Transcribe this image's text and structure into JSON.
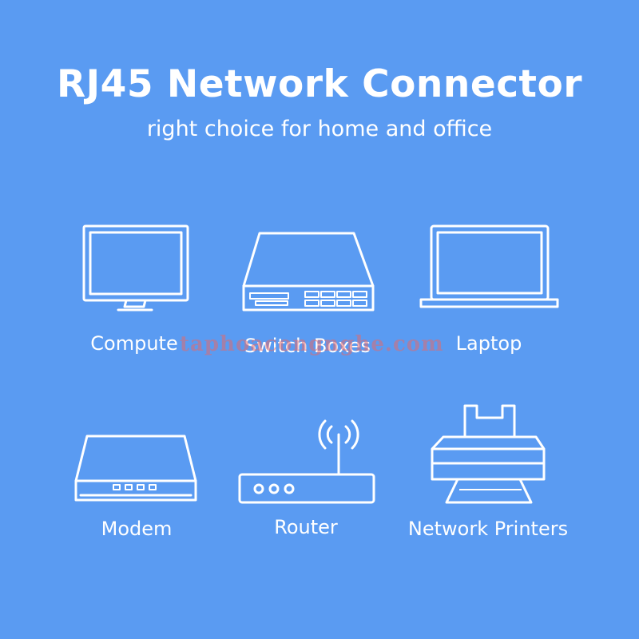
{
  "header": {
    "title": "RJ45 Network Connector",
    "subtitle": "right choice for home and office"
  },
  "devices": [
    {
      "label": "Compute",
      "icon": "monitor-icon"
    },
    {
      "label": "Switch Boxes",
      "icon": "switch-box-icon"
    },
    {
      "label": "Laptop",
      "icon": "laptop-icon"
    },
    {
      "label": "Modem",
      "icon": "modem-icon"
    },
    {
      "label": "Router",
      "icon": "router-icon"
    },
    {
      "label": "Network Printers",
      "icon": "printer-icon"
    }
  ],
  "watermark": "taphoacongnghe.com",
  "colors": {
    "background": "#5a9bf2",
    "foreground": "#ffffff",
    "watermark": "#e1696e"
  }
}
